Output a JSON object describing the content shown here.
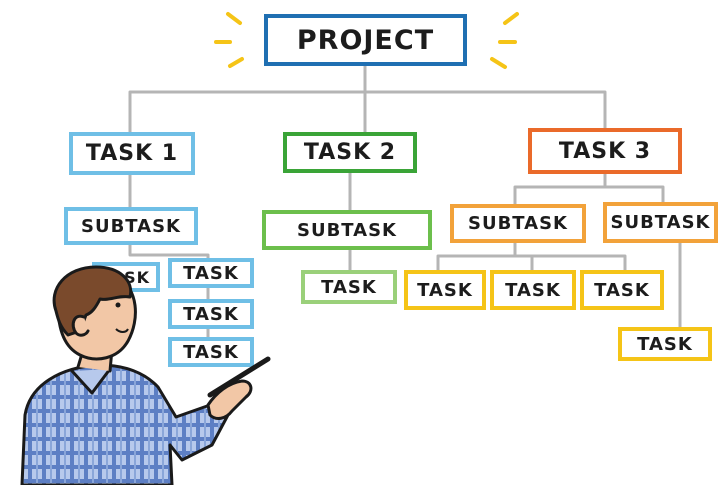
{
  "colors": {
    "line": "#b5b5b5",
    "project_border": "#1f6fb2",
    "task1": "#6fbfe6",
    "task2": "#3aa437",
    "task2_light": "#9ad07a",
    "task3": "#ea6a2a",
    "task3_light": "#f2a23a",
    "leaf_task": "#f5c417",
    "sparkle": "#f5c417"
  },
  "diagram": {
    "root": "PROJECT",
    "task1": {
      "label": "TASK 1",
      "subtask": "SUBTASK",
      "tasks": [
        "TASK",
        "TASK",
        "TASK"
      ],
      "partial_task": "TASK"
    },
    "task2": {
      "label": "TASK 2",
      "subtask": "SUBTASK",
      "task": "TASK"
    },
    "task3": {
      "label": "TASK 3",
      "subtask_a": "SUBTASK",
      "subtask_b": "SUBTASK",
      "tasks_a": [
        "TASK",
        "TASK",
        "TASK"
      ],
      "task_b": "TASK"
    }
  },
  "illustration": {
    "person": "person-writing-with-marker"
  }
}
